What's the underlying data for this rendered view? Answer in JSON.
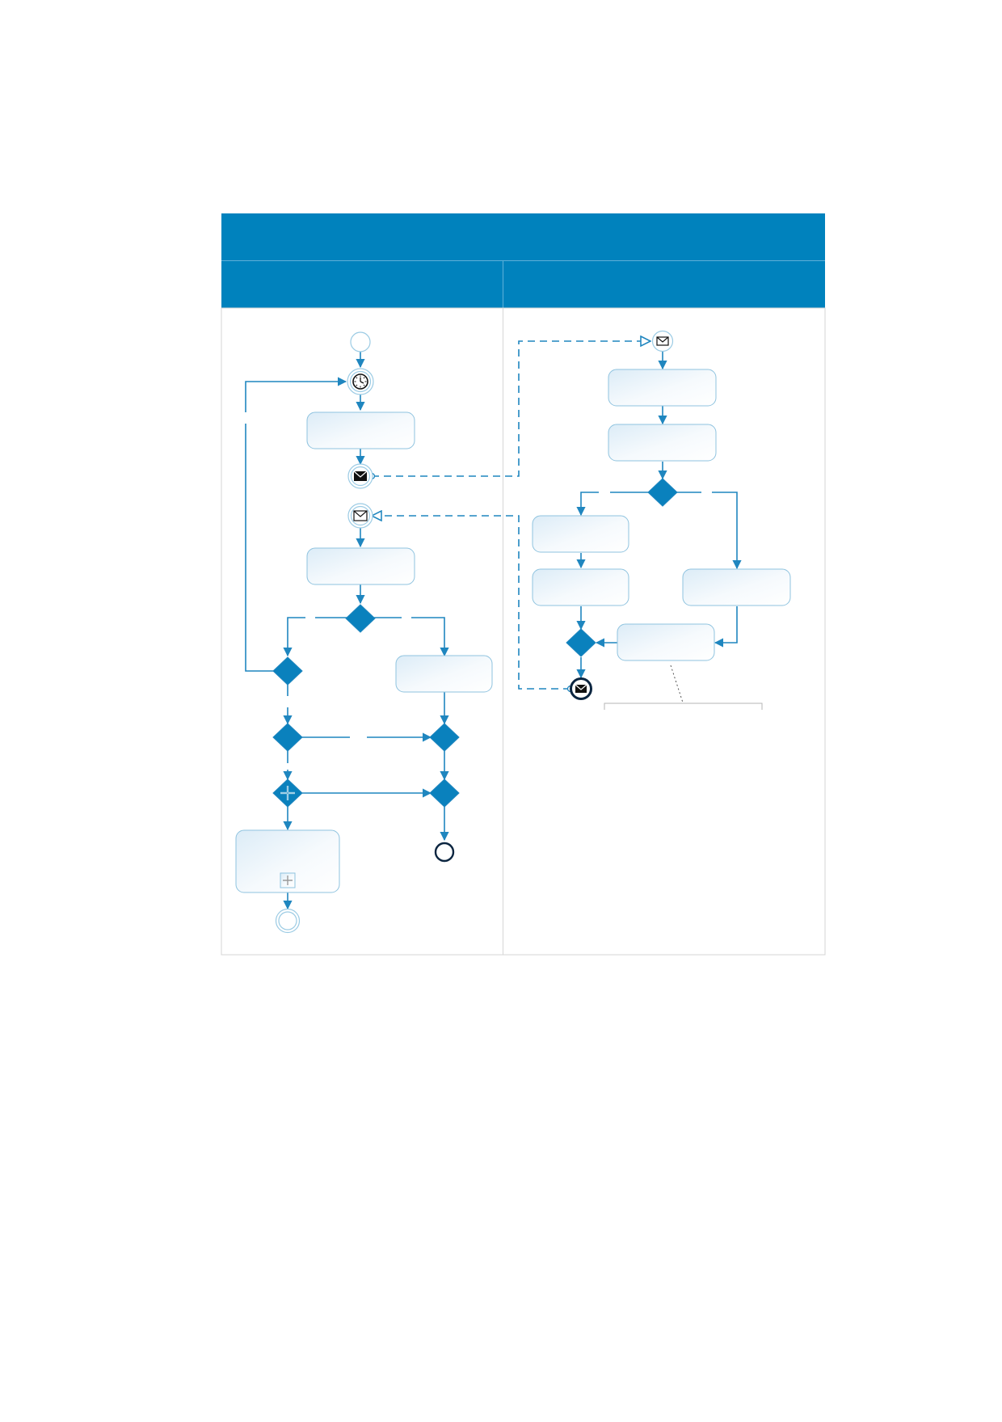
{
  "pool": {
    "title": "",
    "header_color": "#0082bd",
    "lanes": [
      {
        "title": ""
      },
      {
        "title": ""
      }
    ]
  },
  "elements": {
    "tasks": [
      {
        "name": "task-lane1-a",
        "label": ""
      },
      {
        "name": "task-lane1-b",
        "label": ""
      },
      {
        "name": "task-lane1-c",
        "label": ""
      },
      {
        "name": "subprocess-lane1",
        "label": "",
        "collapsed": true
      },
      {
        "name": "task-lane2-a",
        "label": ""
      },
      {
        "name": "task-lane2-b",
        "label": ""
      },
      {
        "name": "task-lane2-c",
        "label": ""
      },
      {
        "name": "task-lane2-d",
        "label": ""
      },
      {
        "name": "task-lane2-e",
        "label": ""
      },
      {
        "name": "task-lane2-f",
        "label": ""
      }
    ],
    "annotation": {
      "text": ""
    },
    "icons": [
      "timer-icon",
      "envelope-icon",
      "plus-icon"
    ],
    "colors": {
      "accent": "#0082bd",
      "flow": "#1f86bf",
      "gateway": "#0a81bd",
      "end_event": "#0b2540"
    }
  }
}
